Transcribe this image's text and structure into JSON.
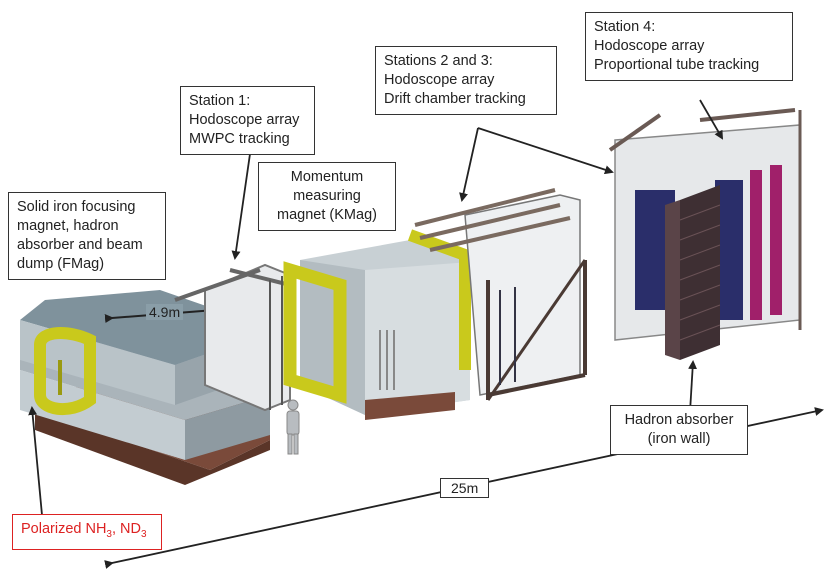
{
  "labels": {
    "fmag": [
      "Solid iron focusing",
      "magnet, hadron",
      "absorber and beam",
      "dump (FMag)"
    ],
    "station1": [
      "Station 1:",
      "Hodoscope array",
      "MWPC tracking"
    ],
    "kmag": [
      "Momentum",
      "measuring",
      "magnet (KMag)"
    ],
    "station23": [
      "Stations 2 and 3:",
      "Hodoscope array",
      "Drift chamber tracking"
    ],
    "station4": [
      "Station 4:",
      "Hodoscope array",
      "Proportional tube tracking"
    ],
    "hadron_absorber": [
      "Hadron absorber",
      "(iron wall)"
    ],
    "target": {
      "prefix": "Polarized NH",
      "sub1": "3",
      "mid": ", ND",
      "sub2": "3"
    }
  },
  "dimensions": {
    "fmag_length": "4.9m",
    "overall_length": "25m"
  },
  "colors": {
    "iron_top": "#8a9aa3",
    "iron_side": "#b6c0c6",
    "coil": "#c9c91c",
    "base": "#7a4a3a",
    "target_label": "#dd2222"
  }
}
